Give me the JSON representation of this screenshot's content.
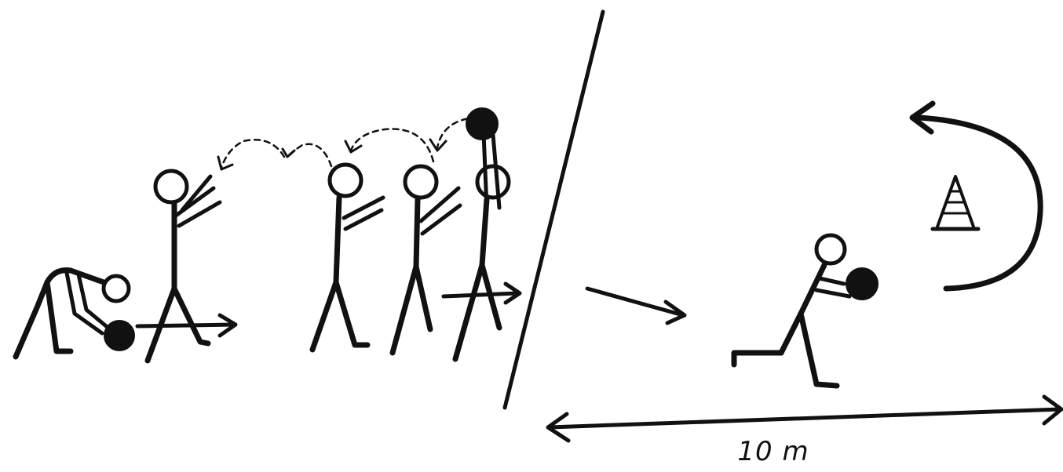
{
  "distance": {
    "label": "10 m"
  },
  "colors": {
    "ink": "#111111",
    "background": "#ffffff"
  },
  "icons": [
    "stick-figure",
    "ball",
    "traffic-cone",
    "curved-arrow",
    "dashed-pass-arrow",
    "double-headed-arrow"
  ]
}
